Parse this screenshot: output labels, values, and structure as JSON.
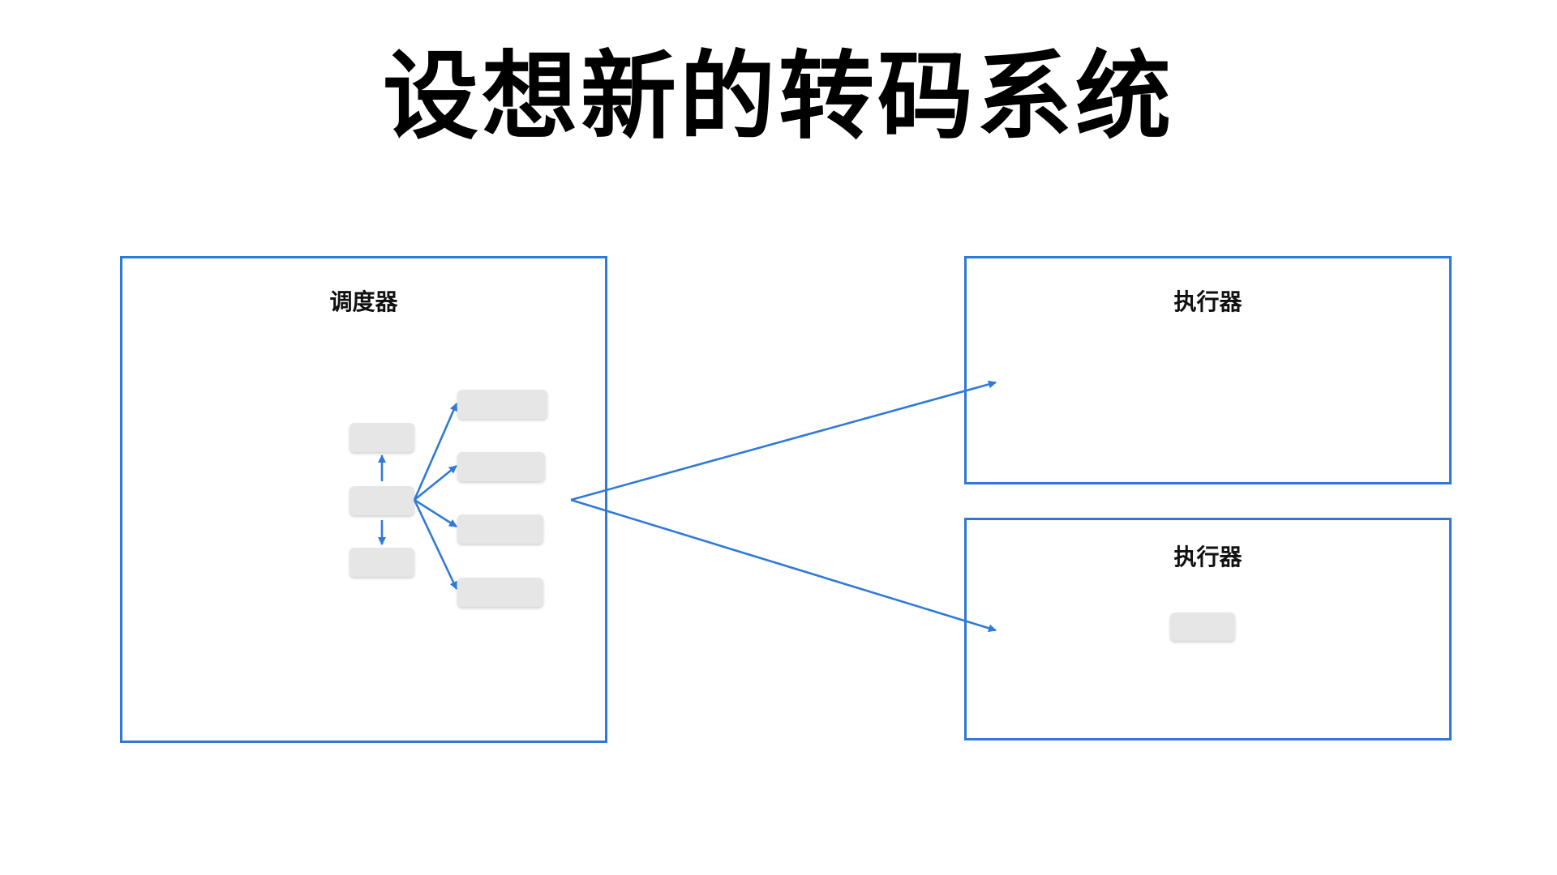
{
  "title": "设想新的转码系统",
  "colors": {
    "accent": "#2f7ad6",
    "node": "#e6e6e6"
  },
  "scheduler": {
    "label": "调度器"
  },
  "executors": [
    {
      "label": "执行器"
    },
    {
      "label": "执行器"
    }
  ]
}
